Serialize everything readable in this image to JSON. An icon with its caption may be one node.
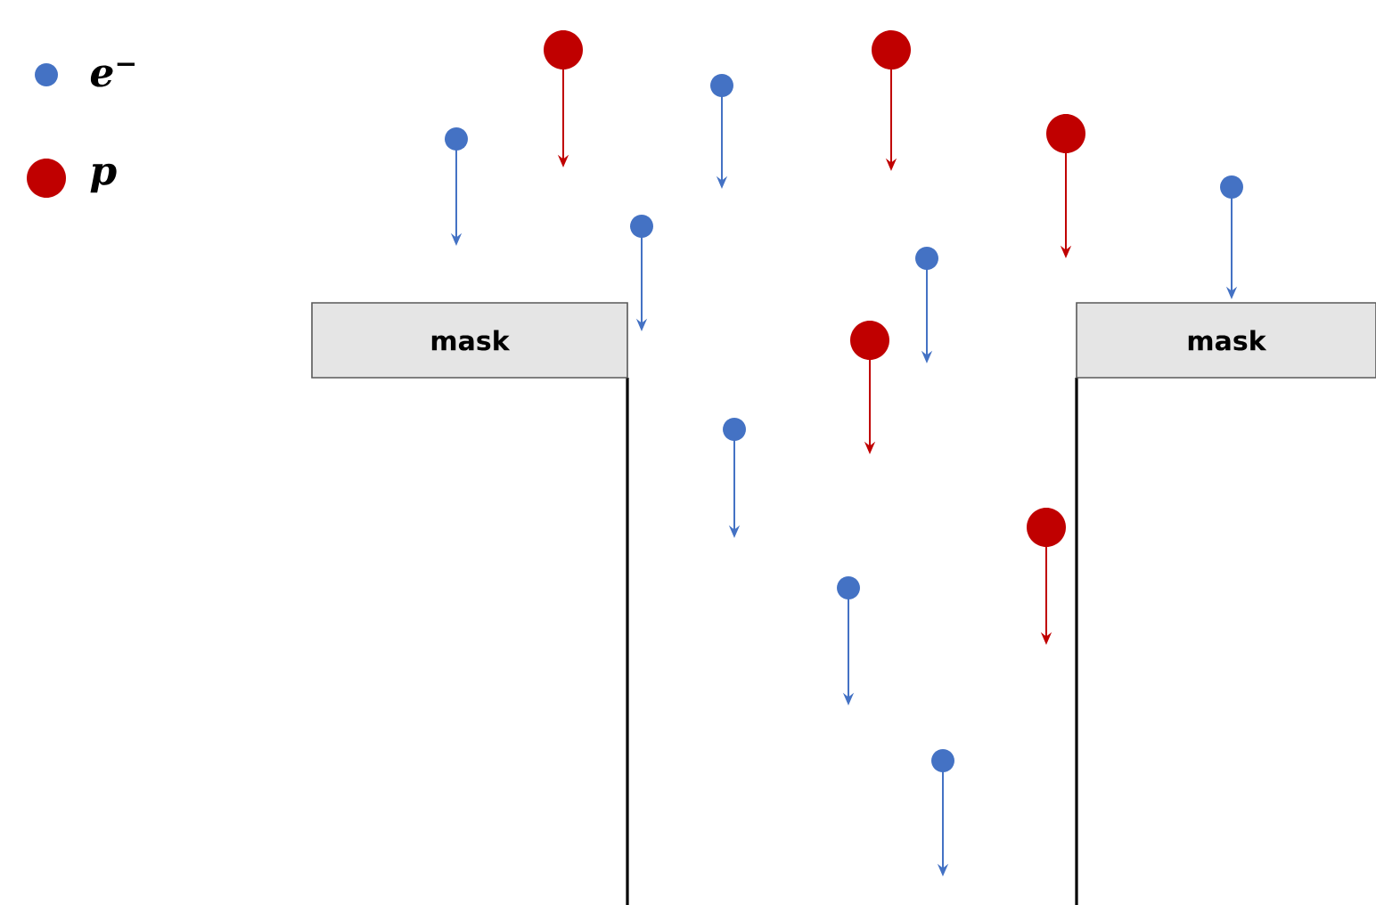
{
  "diagram": {
    "nodes": [
      {
        "text": [
          "mask"
        ]
      },
      {
        "text": [
          "mask"
        ]
      }
    ],
    "legend": [
      {
        "text": "e$^{−}$",
        "color": "#4472c4"
      },
      {
        "text": "p",
        "color": "#c00000"
      }
    ]
  }
}
